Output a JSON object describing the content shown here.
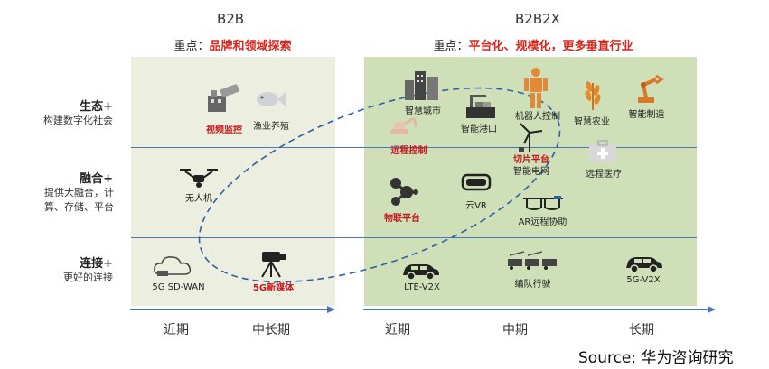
{
  "headers": {
    "b2b": "B2B",
    "b2b_focus_prefix": "重点：",
    "b2b_focus": "品牌和领域探索",
    "b2b2x": "B2B2X",
    "b2b2x_focus_prefix": "重点：",
    "b2b2x_focus": "平台化、规模化，更多垂直行业"
  },
  "rows": [
    {
      "title": "生态+",
      "subtitle": "构建数字化社会"
    },
    {
      "title": "融合+",
      "subtitle": "提供大融合，计算、存储、平台"
    },
    {
      "title": "连接+",
      "subtitle": "更好的连接"
    }
  ],
  "items": {
    "video_monitor": "视频监控",
    "fishery": "渔业养殖",
    "drone": "无人机",
    "sd_wan": "5G SD-WAN",
    "new_media": "5G新媒体",
    "smart_city": "智慧城市",
    "smart_port": "智能港口",
    "remote_control": "远程控制",
    "robot_control": "机器人控制",
    "smart_agri": "智慧农业",
    "smart_mfg": "智能制造",
    "slice_platform": "切片平台",
    "smart_grid": "智能电网",
    "remote_medical": "远程医疗",
    "iot_platform": "物联平台",
    "cloud_vr": "云VR",
    "ar_assist": "AR远程协助",
    "lte_v2x": "LTE-V2X",
    "platoon": "编队行驶",
    "v2x_5g": "5G-V2X"
  },
  "axis": {
    "b2b_near": "近期",
    "b2b_mid": "中长期",
    "x_near": "近期",
    "x_mid": "中期",
    "x_long": "长期"
  },
  "source": "Source: 华为咨询研究",
  "colors": {
    "red": "#c8161d",
    "blue": "#4a76b8",
    "b2b_panel": "#ecefdf",
    "b2b2x_panel": "#cfe0b8"
  }
}
